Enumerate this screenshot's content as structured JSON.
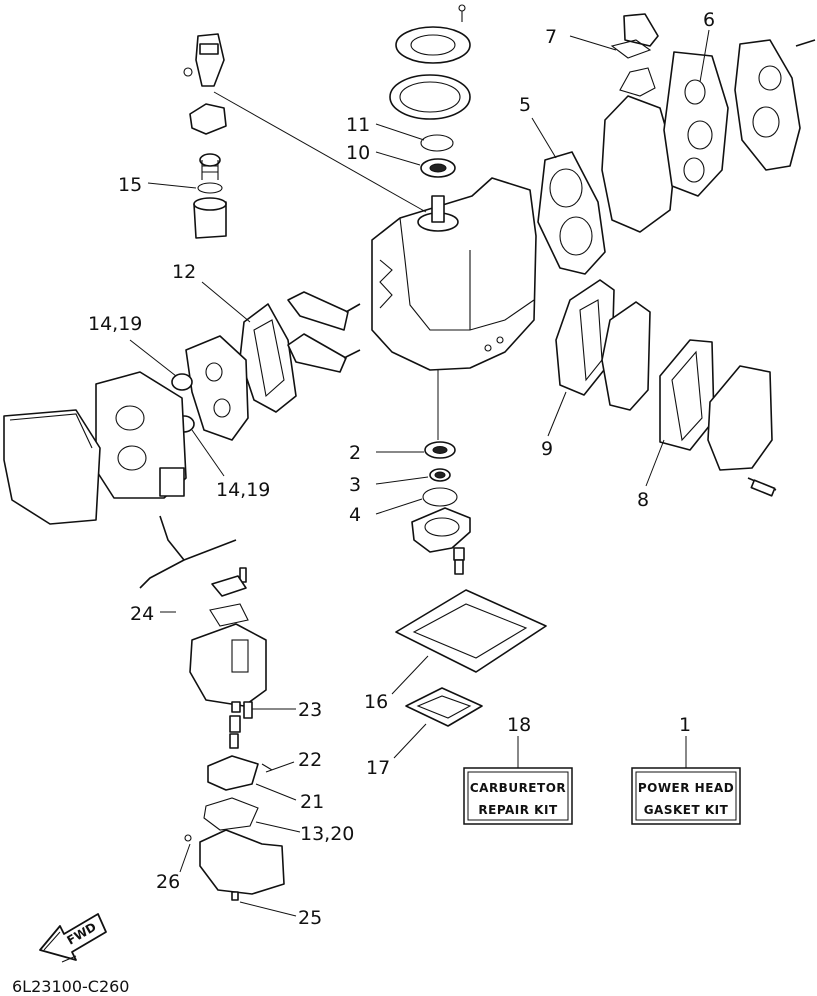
{
  "diagram": {
    "catalog_code": "6L23100-C260",
    "direction_label": "FWD",
    "callouts": {
      "c1": "1",
      "c2": "2",
      "c3": "3",
      "c4": "4",
      "c5": "5",
      "c6": "6",
      "c7": "7",
      "c8": "8",
      "c9": "9",
      "c10": "10",
      "c11": "11",
      "c12": "12",
      "c14_19_upper": "14,19",
      "c14_19_lower": "14,19",
      "c15": "15",
      "c16": "16",
      "c17": "17",
      "c18": "18",
      "c21": "21",
      "c22": "22",
      "c23": "23",
      "c24": "24",
      "c25": "25",
      "c26": "26",
      "c13_20": "13,20"
    },
    "kits": {
      "carburetor": {
        "line1": "CARBURETOR",
        "line2": "REPAIR KIT"
      },
      "power_head": {
        "line1": "POWER HEAD",
        "line2": "GASKET KIT"
      }
    }
  }
}
